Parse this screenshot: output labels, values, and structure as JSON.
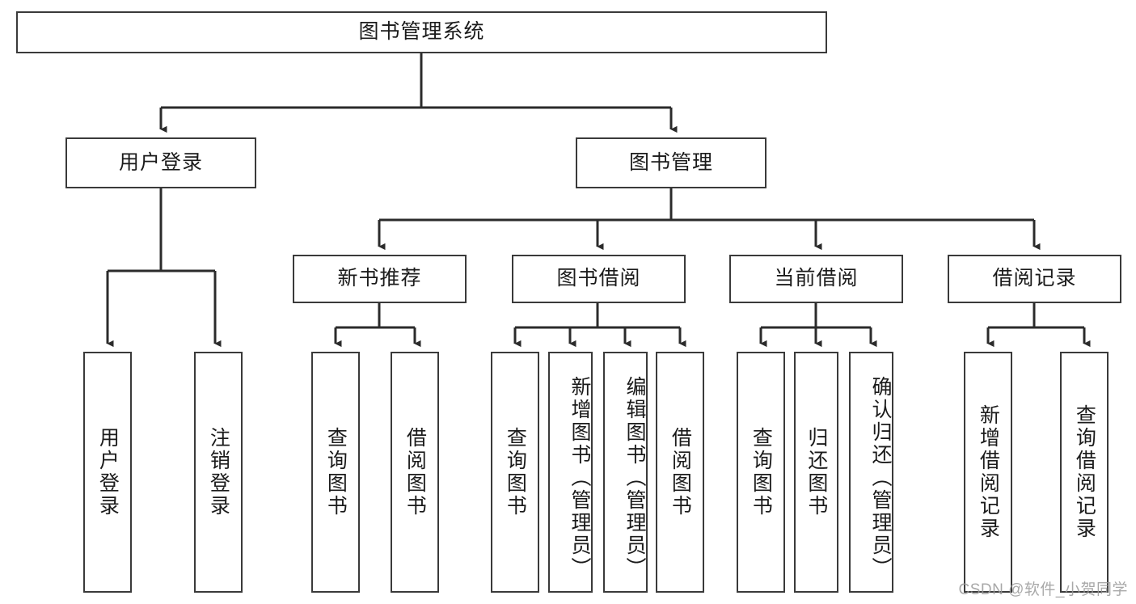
{
  "diagram": {
    "type": "tree-hierarchy",
    "title": "图书管理系统",
    "watermark": "CSDN @软件_小贺同学",
    "colors": {
      "box_border": "#3a3a3a",
      "box_fill": "#ffffff",
      "edge": "#2b2b2b",
      "text": "#1b1b1b",
      "watermark": "#9a9a9a",
      "background": "#ffffff"
    },
    "nodes": {
      "root": {
        "label": "图书管理系统"
      },
      "level2": [
        {
          "id": "user-login",
          "label": "用户登录"
        },
        {
          "id": "book-manage",
          "label": "图书管理"
        }
      ],
      "level3": [
        {
          "id": "new-book-recommend",
          "label": "新书推荐"
        },
        {
          "id": "book-borrow",
          "label": "图书借阅"
        },
        {
          "id": "current-borrow",
          "label": "当前借阅"
        },
        {
          "id": "borrow-record",
          "label": "借阅记录"
        }
      ],
      "leaves": {
        "user-login": [
          {
            "id": "leaf-user-login",
            "label": "用户登录"
          },
          {
            "id": "leaf-user-logout",
            "label": "注销登录"
          }
        ],
        "new-book-recommend": [
          {
            "id": "leaf-query-book-1",
            "label": "查询图书"
          },
          {
            "id": "leaf-borrow-book-1",
            "label": "借阅图书"
          }
        ],
        "book-borrow": [
          {
            "id": "leaf-query-book-2",
            "label": "查询图书"
          },
          {
            "id": "leaf-add-book",
            "label": "新增图书（管理员）"
          },
          {
            "id": "leaf-edit-book",
            "label": "编辑图书（管理员）"
          },
          {
            "id": "leaf-borrow-book-2",
            "label": "借阅图书"
          }
        ],
        "current-borrow": [
          {
            "id": "leaf-query-book-3",
            "label": "查询图书"
          },
          {
            "id": "leaf-return-book",
            "label": "归还图书"
          },
          {
            "id": "leaf-confirm-return",
            "label": "确认归还（管理员）"
          }
        ],
        "borrow-record": [
          {
            "id": "leaf-add-record",
            "label": "新增借阅记录"
          },
          {
            "id": "leaf-query-record",
            "label": "查询借阅记录"
          }
        ]
      }
    }
  }
}
